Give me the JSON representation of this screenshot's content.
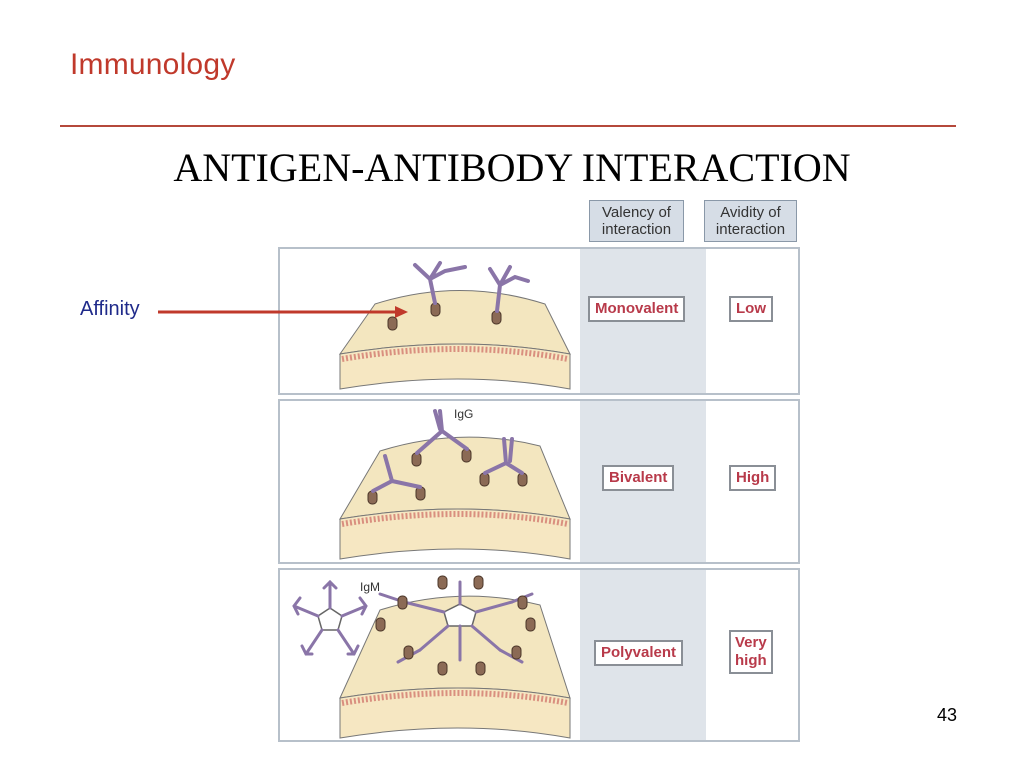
{
  "header": {
    "title": "Immunology"
  },
  "slide": {
    "title": "ANTIGEN-ANTIBODY INTERACTION",
    "page_number": "43"
  },
  "columns": {
    "valency": [
      "Valency of",
      "interaction"
    ],
    "avidity": [
      "Avidity of",
      "interaction"
    ]
  },
  "annotation": {
    "affinity": "Affinity"
  },
  "rows": [
    {
      "antibody_label": "",
      "valency": "Monovalent",
      "avidity": [
        "Low"
      ]
    },
    {
      "antibody_label": "IgG",
      "valency": "Bivalent",
      "avidity": [
        "High"
      ]
    },
    {
      "antibody_label": "IgM",
      "valency": "Polyvalent",
      "avidity": [
        "Very",
        "high"
      ]
    }
  ],
  "colors": {
    "header": "#c0392b",
    "antibody": "#8a75a8",
    "antigen": "#8b6a55",
    "cell_surface": "#f3e6bf",
    "arrow": "#c0392b"
  }
}
